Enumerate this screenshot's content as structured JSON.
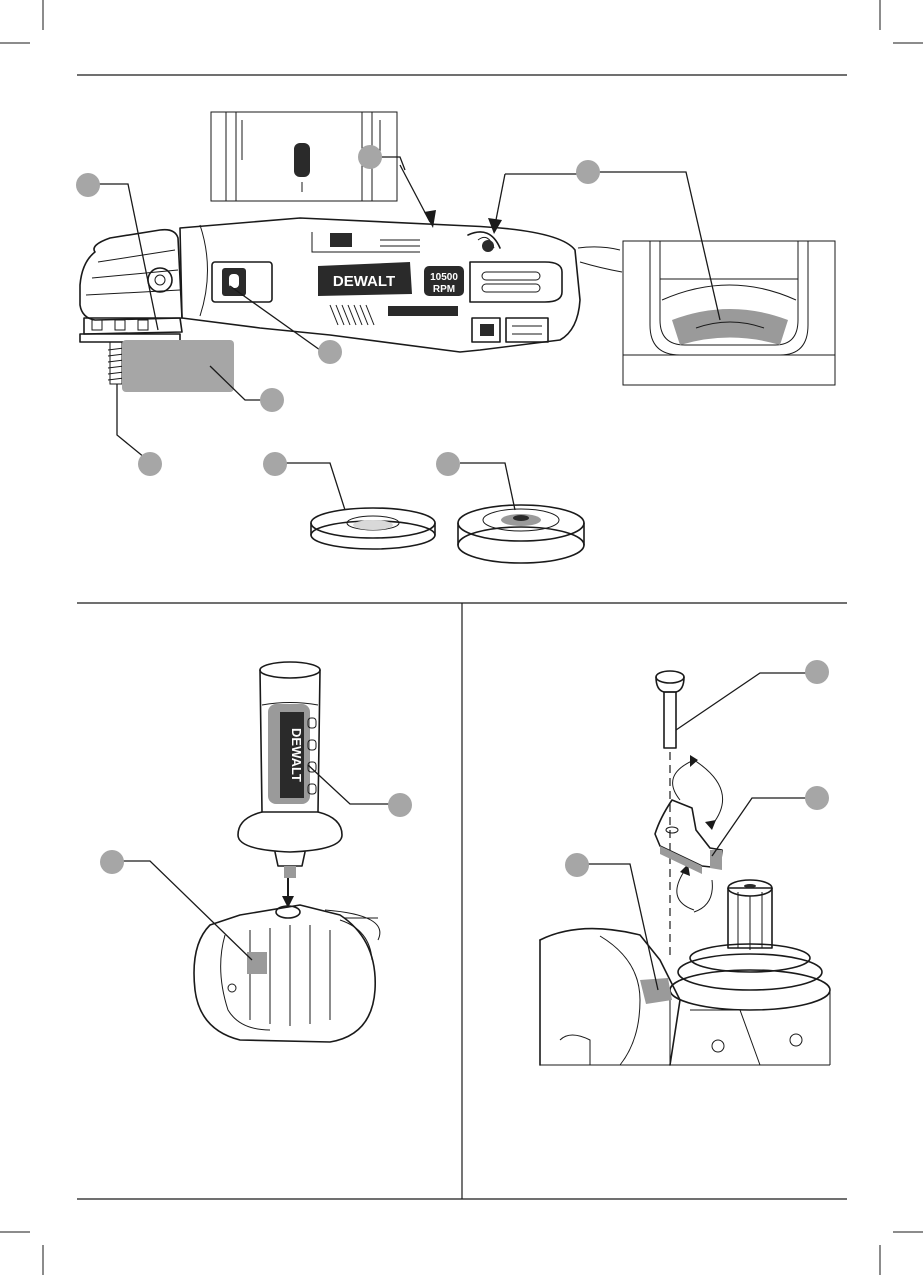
{
  "page": {
    "background": "#ffffff",
    "callout_color": "#a6a6a6"
  },
  "tool": {
    "brand": "DEWALT",
    "rpm_top": "10500",
    "rpm_bottom": "RPM"
  },
  "side_handle": {
    "brand": "DEWALT"
  },
  "icons": [
    "crop-mark-icon",
    "callout-marker-icon",
    "arrow-icon"
  ]
}
